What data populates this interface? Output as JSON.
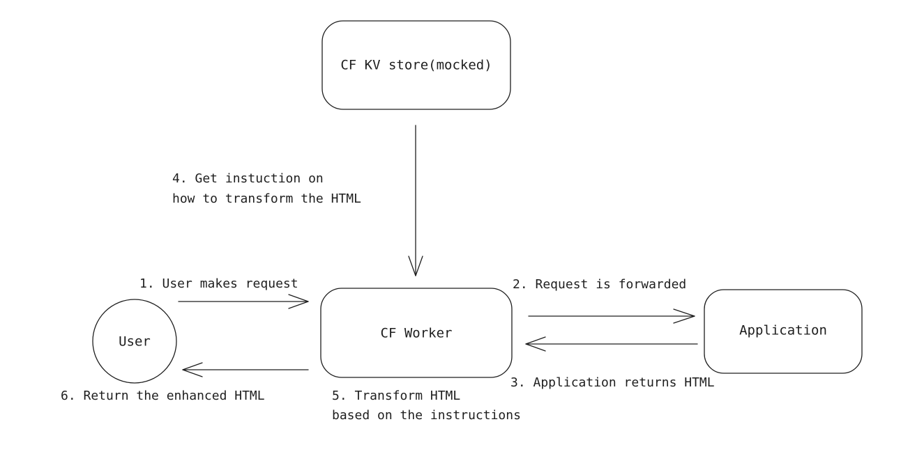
{
  "nodes": {
    "kv_store": "CF KV store(mocked)",
    "worker": "CF Worker",
    "application": "Application",
    "user": "User"
  },
  "edges": {
    "user_request": "1. User makes request",
    "forwarded": "2. Request is forwarded",
    "app_returns": "3. Application returns HTML",
    "get_instruction_line1": "4. Get instuction on",
    "get_instruction_line2": "how to transform the HTML",
    "transform_line1": "5. Transform HTML",
    "transform_line2": "based on the instructions",
    "return_enhanced": "6. Return the enhanced HTML"
  },
  "colors": {
    "stroke": "#1e1e1e",
    "background": "#ffffff"
  }
}
